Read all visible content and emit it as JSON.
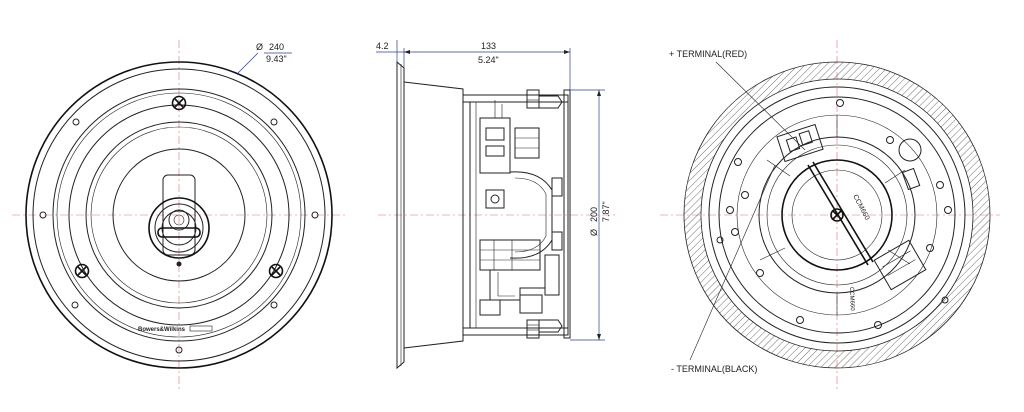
{
  "front_view": {
    "diameter_symbol": "Ø",
    "diameter_mm": "240",
    "diameter_in": "9.43\"",
    "brand": "Bowers&Wilkins"
  },
  "side_view": {
    "flange_mm": "4.2",
    "depth_mm": "133",
    "depth_in": "5.24\"",
    "cutout_symbol": "Ø",
    "cutout_mm": "200",
    "cutout_in": "7.87\""
  },
  "rear_view": {
    "terminal_red": "+ TERMINAL(RED)",
    "terminal_black": "- TERMINAL(BLACK)",
    "magnet_label": "CCM660",
    "cone_label": "CCM660"
  }
}
